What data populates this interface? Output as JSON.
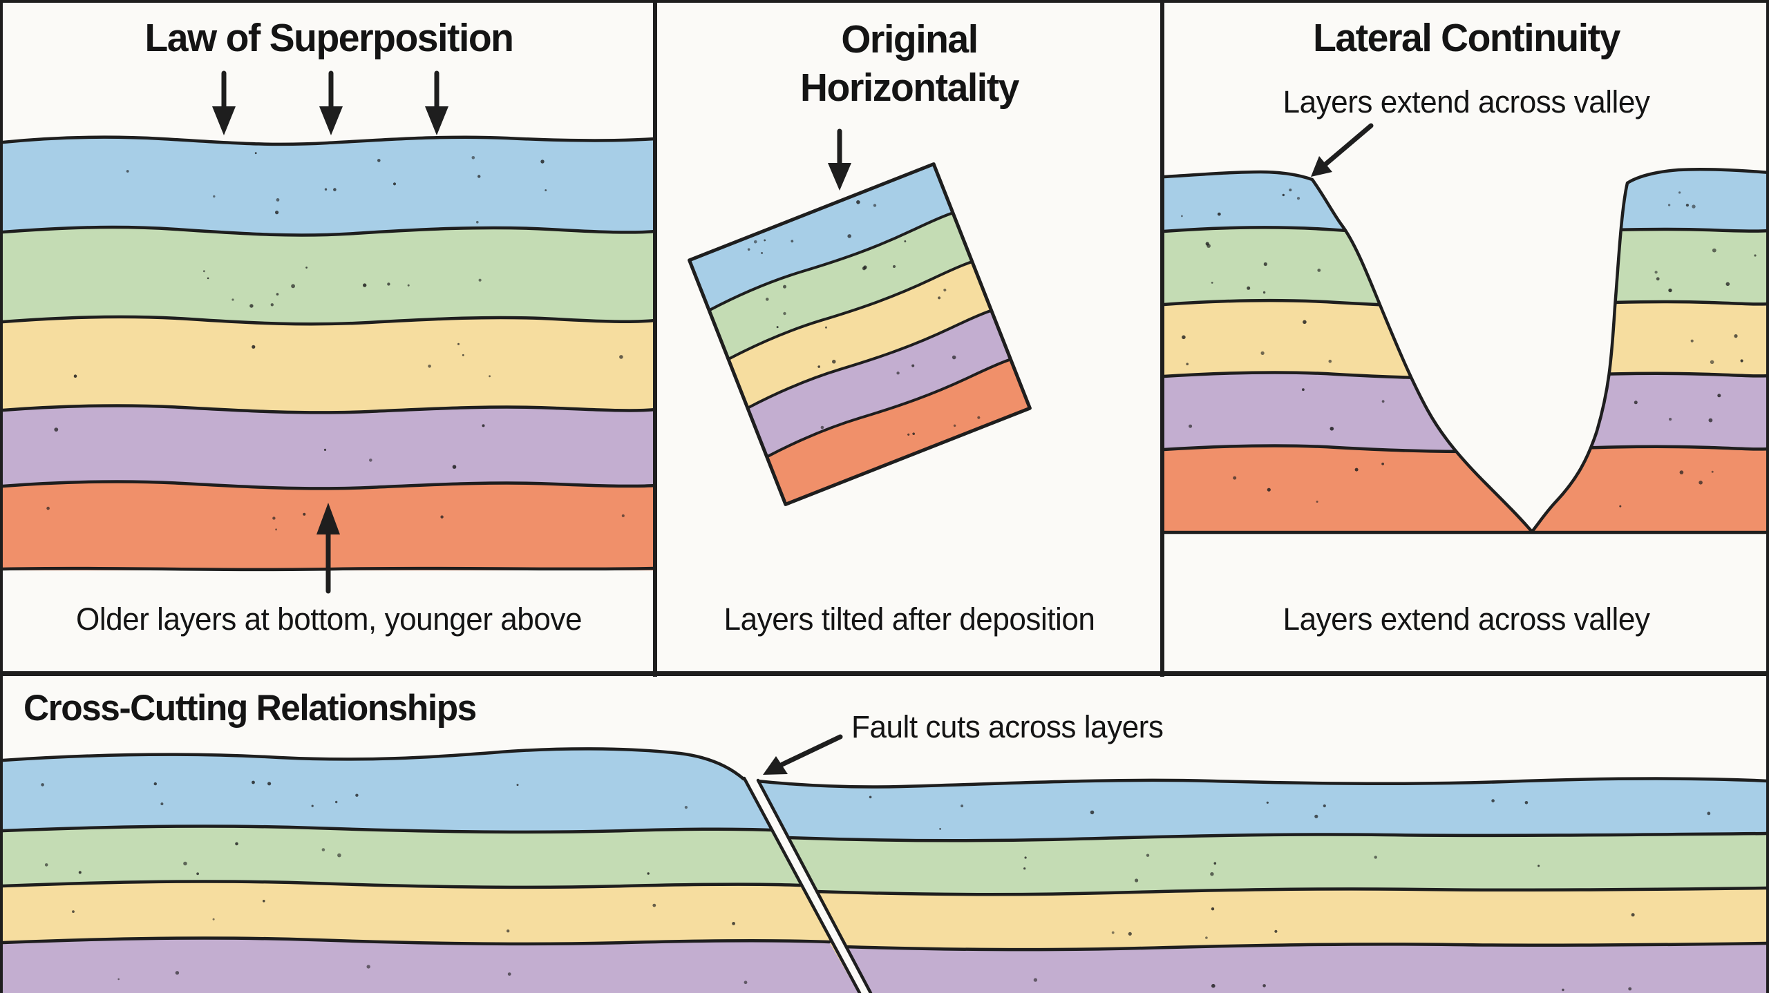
{
  "background": "#fbfaf7",
  "ink": "#1e1e1e",
  "layer_colors": {
    "blue": "#a7cee7",
    "green": "#c4dcb4",
    "yellow": "#f6dd9f",
    "purple": "#c3aed0",
    "orange": "#f0906a"
  },
  "layer_order_top_to_bottom": [
    "blue",
    "green",
    "yellow",
    "purple",
    "orange"
  ],
  "panels": {
    "superposition": {
      "title": "Law of Superposition",
      "caption": "Older layers at bottom, younger above",
      "deposition_arrow_count": 3
    },
    "horizontality": {
      "title_line1": "Original",
      "title_line2": "Horizontality",
      "caption": "Layers tilted after deposition"
    },
    "lateral": {
      "title": "Lateral Continuity",
      "subtitle": "Layers extend across valley",
      "caption": "Layers extend across valley"
    },
    "cross_cutting": {
      "title": "Cross-Cutting Relationships",
      "label": "Fault cuts across layers"
    }
  }
}
